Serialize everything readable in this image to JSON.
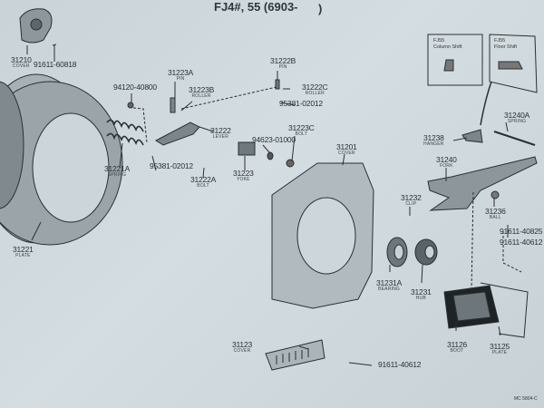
{
  "header": {
    "title": "FJ4#, 55 (6903-",
    "title_close": ")"
  },
  "insets": [
    {
      "model": "FJ55",
      "label": "Column Shift"
    },
    {
      "model": "FJ55",
      "label": "Floor Shift"
    }
  ],
  "parts": [
    {
      "number": "31210",
      "name": "COVER"
    },
    {
      "number": "91611-60818",
      "name": ""
    },
    {
      "number": "31223A",
      "name": "PIN"
    },
    {
      "number": "31222B",
      "name": "PIN"
    },
    {
      "number": "31223B",
      "name": "ROLLER"
    },
    {
      "number": "94120-40800",
      "name": ""
    },
    {
      "number": "31222C",
      "name": "ROLLER"
    },
    {
      "number": "95381-02012",
      "name": ""
    },
    {
      "number": "31222",
      "name": "LEVER"
    },
    {
      "number": "31223C",
      "name": "BOLT"
    },
    {
      "number": "94623-01000",
      "name": ""
    },
    {
      "number": "31201",
      "name": "COVER"
    },
    {
      "number": "31221A",
      "name": "SPRING"
    },
    {
      "number": "95381-02012",
      "name": ""
    },
    {
      "number": "31223",
      "name": "YOKE"
    },
    {
      "number": "31222A",
      "name": "BOLT"
    },
    {
      "number": "31221",
      "name": "PLATE"
    },
    {
      "number": "31240A",
      "name": "SPRING"
    },
    {
      "number": "31238",
      "name": "HANGER"
    },
    {
      "number": "31240",
      "name": "FORK"
    },
    {
      "number": "31232",
      "name": "CLIP"
    },
    {
      "number": "31236",
      "name": "BALL"
    },
    {
      "number": "91611-40825",
      "name": ""
    },
    {
      "number": "91611-40612",
      "name": ""
    },
    {
      "number": "31231A",
      "name": "BEARING"
    },
    {
      "number": "31231",
      "name": "HUB"
    },
    {
      "number": "31126",
      "name": "BOOT"
    },
    {
      "number": "31125",
      "name": "PLATE"
    },
    {
      "number": "31123",
      "name": "COVER"
    },
    {
      "number": "91611-40612",
      "name": ""
    }
  ],
  "footer_code": "MC 5804-C"
}
